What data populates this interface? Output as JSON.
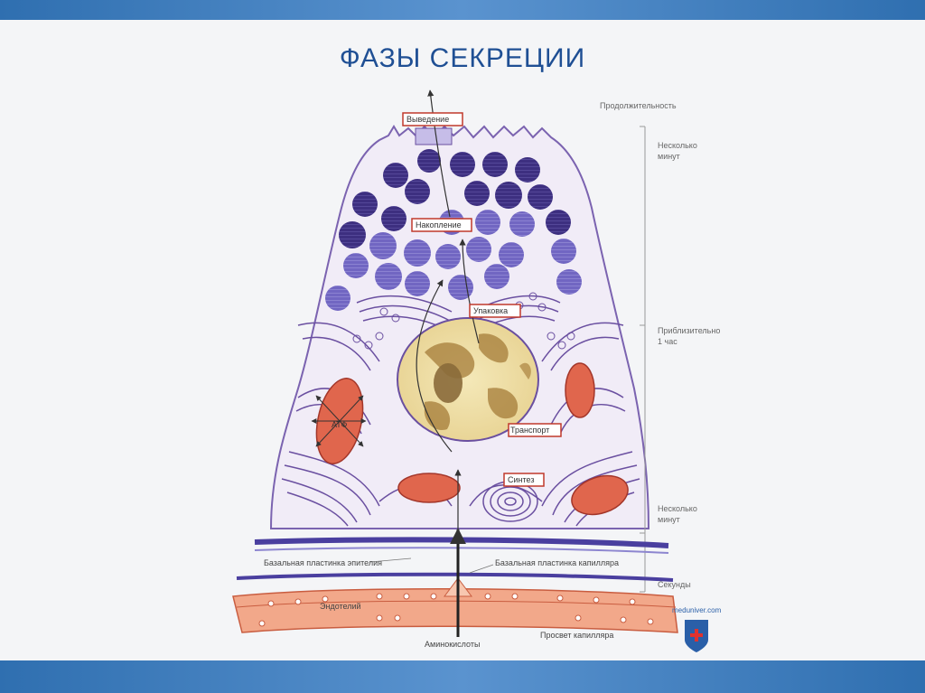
{
  "slide": {
    "title": "ФАЗЫ СЕКРЕЦИИ"
  },
  "phases": {
    "excretion": "Выведение",
    "accumulation": "Накопление",
    "packaging": "Упаковка",
    "transport": "Транспорт",
    "synthesis": "Синтез"
  },
  "organelles": {
    "atp": "АТФ"
  },
  "duration": {
    "header": "Продолжительность",
    "few_minutes_top_1": "Несколько",
    "few_minutes_top_2": "минут",
    "about_hour_1": "Приблизительно",
    "about_hour_2": "1 час",
    "few_minutes_bottom_1": "Несколько",
    "few_minutes_bottom_2": "минут",
    "seconds": "Секунды"
  },
  "structures": {
    "epithelial_basal_lamina": "Базальная пластинка эпителия",
    "capillary_basal_lamina": "Базальная пластинка капилляра",
    "endothelium": "Эндотелий",
    "amino_acids": "Аминокислоты",
    "capillary_lumen": "Просвет капилляра"
  },
  "watermark": "meduniver.com",
  "colors": {
    "band": "#2f6fb0",
    "title": "#1f4f94",
    "granule": "#3d2f80",
    "granule_light": "#7166c2",
    "er": "#6a4fa0",
    "mitochondria": "#e0664d",
    "capillary": "#f2a88a",
    "label_box": "#c0392b"
  }
}
